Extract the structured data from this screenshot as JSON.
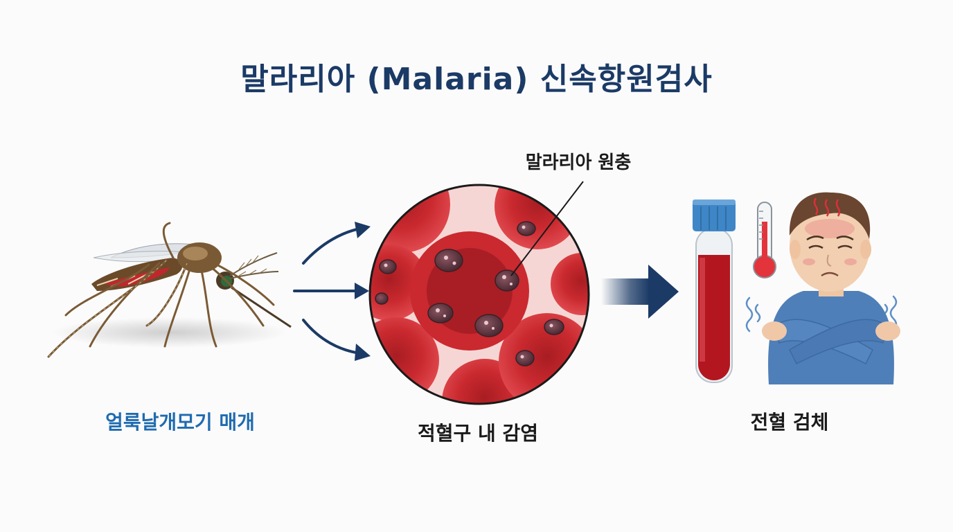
{
  "title": "말라리아 (Malaria) 신속항원검사",
  "labels": {
    "mosquito": "얼룩날개모기 매개",
    "infection": "적혈구 내 감염",
    "parasite": "말라리아 원충",
    "specimen": "전혈 검체"
  },
  "icons": [
    "mosquito-icon",
    "red-blood-cell-icon",
    "blood-tube-icon",
    "thermometer-icon",
    "sick-person-icon",
    "arrow-icon"
  ],
  "colors": {
    "title": "#1b3a66",
    "mosquito_label": "#1f6bb0",
    "arrow": "#1b3a66",
    "blood": "#c0272d",
    "cap": "#3f86c6",
    "shirt": "#4f7fb8"
  }
}
